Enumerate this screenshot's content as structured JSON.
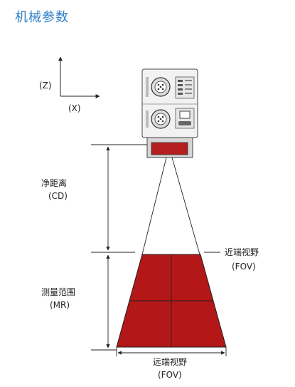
{
  "title": "机械参数",
  "axes": {
    "z": "(Z)",
    "x": "(X)"
  },
  "cd": {
    "label": "净距离",
    "abbr": "(CD)"
  },
  "mr": {
    "label": "测量范围",
    "abbr": "(MR)"
  },
  "near_fov": {
    "label": "近端视野",
    "abbr": "(FOV)"
  },
  "far_fov": {
    "label": "远端视野",
    "abbr": "(FOV)"
  },
  "colors": {
    "title": "#2f7fc8",
    "fov_fill": "#b31717",
    "lens": "#b51e1e"
  }
}
